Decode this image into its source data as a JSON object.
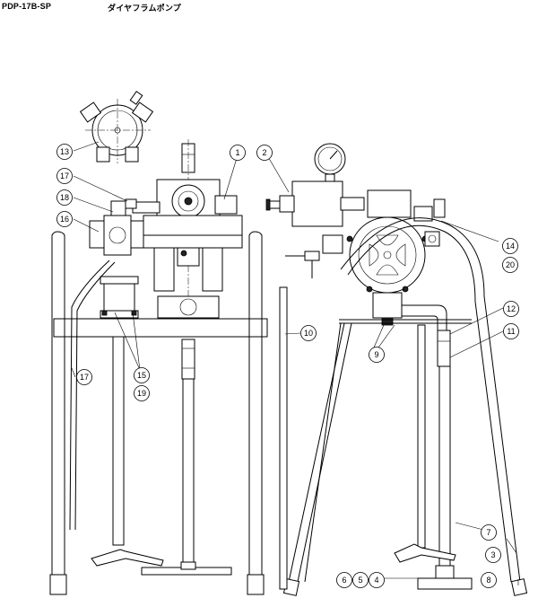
{
  "header": {
    "model": "PDP-17B-SP",
    "title": "ダイヤフラムポンプ"
  },
  "callouts": [
    {
      "id": "c1",
      "label": "1"
    },
    {
      "id": "c2",
      "label": "2"
    },
    {
      "id": "c3",
      "label": "3"
    },
    {
      "id": "c4",
      "label": "4"
    },
    {
      "id": "c5",
      "label": "5"
    },
    {
      "id": "c6",
      "label": "6"
    },
    {
      "id": "c7",
      "label": "7"
    },
    {
      "id": "c8",
      "label": "8"
    },
    {
      "id": "c9",
      "label": "9"
    },
    {
      "id": "c10",
      "label": "10"
    },
    {
      "id": "c11",
      "label": "11"
    },
    {
      "id": "c12",
      "label": "12"
    },
    {
      "id": "c13",
      "label": "13"
    },
    {
      "id": "c14",
      "label": "14"
    },
    {
      "id": "c15",
      "label": "15"
    },
    {
      "id": "c16",
      "label": "16"
    },
    {
      "id": "c17a",
      "label": "17"
    },
    {
      "id": "c17b",
      "label": "17"
    },
    {
      "id": "c18",
      "label": "18"
    },
    {
      "id": "c19",
      "label": "19"
    },
    {
      "id": "c20",
      "label": "20"
    }
  ]
}
